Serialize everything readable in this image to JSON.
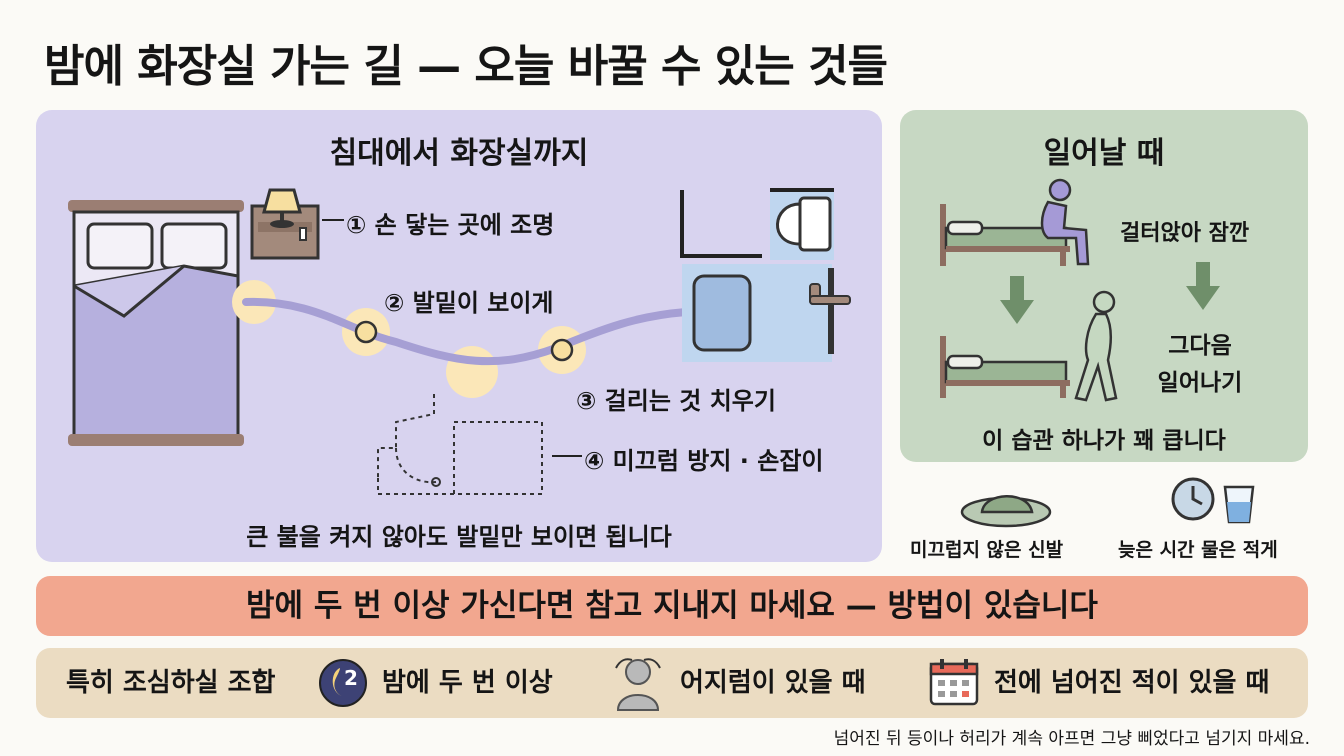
{
  "title": "밤에 화장실 가는 길 — 오늘 바꿀 수 있는 것들",
  "route_panel": {
    "heading": "침대에서 화장실까지",
    "steps": [
      {
        "label": "① 손 닿는 곳에 조명"
      },
      {
        "label": "② 발밑이 보이게"
      },
      {
        "label": "③ 걸리는 것 치우기"
      },
      {
        "label": "④ 미끄럼 방지 · 손잡이"
      }
    ],
    "note": "큰 불을 켜지 않아도 발밑만 보이면 됩니다"
  },
  "stand_panel": {
    "heading": "일어날 때",
    "step1": "걸터앉아 잠깐",
    "step2_line1": "그다음",
    "step2_line2": "일어나기",
    "note": "이 습관 하나가 꽤 큽니다"
  },
  "extras": {
    "slipper_label": "미끄럽지 않은 신발",
    "water_label": "늦은 시간 물은 적게"
  },
  "banner": "밤에 두 번 이상 가신다면 참고 지내지 마세요 — 방법이 있습니다",
  "risk": {
    "heading": "특히 조심하실 조합",
    "moon_badge": "2",
    "items": [
      {
        "label": "밤에 두 번 이상",
        "icon": "moon-icon"
      },
      {
        "label": "어지럼이 있을 때",
        "icon": "dizzy-person-icon"
      },
      {
        "label": "전에 넘어진 적이 있을 때",
        "icon": "calendar-icon"
      }
    ]
  },
  "footnote": "넘어진 뒤 등이나 허리가 계속 아프면 그냥 삐었다고 넘기지 마세요.",
  "colors": {
    "route_bg": "#d8d3ef",
    "stand_bg": "#c7d8c3",
    "banner_bg": "#f2a78f",
    "risk_bg": "#ebdcc2",
    "path": "#a69fd4",
    "glow": "#fbe7b8"
  }
}
